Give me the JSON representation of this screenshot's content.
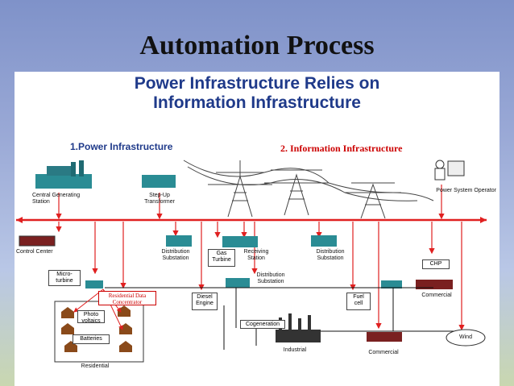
{
  "slide_title": "Automation Process",
  "heading": {
    "line1": "Power Infrastructure Relies on",
    "line2": "Information Infrastructure"
  },
  "sections": {
    "power": "1.Power Infrastructure",
    "information": "2. Information Infrastructure"
  },
  "labels": {
    "central_station": "Central Generating Station",
    "step_up": "Step-Up Transformer",
    "operator": "Power System Operator",
    "control_center": "Control Center",
    "dist_sub_left": "Distribution Substation",
    "gas_turbine": "Gas Turbine",
    "receiving": "Receiving Station",
    "dist_sub_right": "Distribution Substation",
    "chp": "CHP",
    "micro_turbine": "Micro-turbine",
    "dist_sub_center": "Distribution Substation",
    "residential_concentrator": "Residential Data Concentrator",
    "diesel": "Diesel Engine",
    "fuel_cell": "Fuel cell",
    "commercial_right": "Commercial",
    "photovoltaics": "Photo voltaics",
    "batteries": "Batteries",
    "cogeneration": "Cogeneration",
    "industrial": "Industrial",
    "commercial_bottom": "Commercial",
    "wind": "Wind",
    "residential": "Residential"
  },
  "colors": {
    "heading": "#1f3a8a",
    "information": "#cc0000",
    "bus": "#e02020",
    "equipment": "#2a8c94"
  }
}
